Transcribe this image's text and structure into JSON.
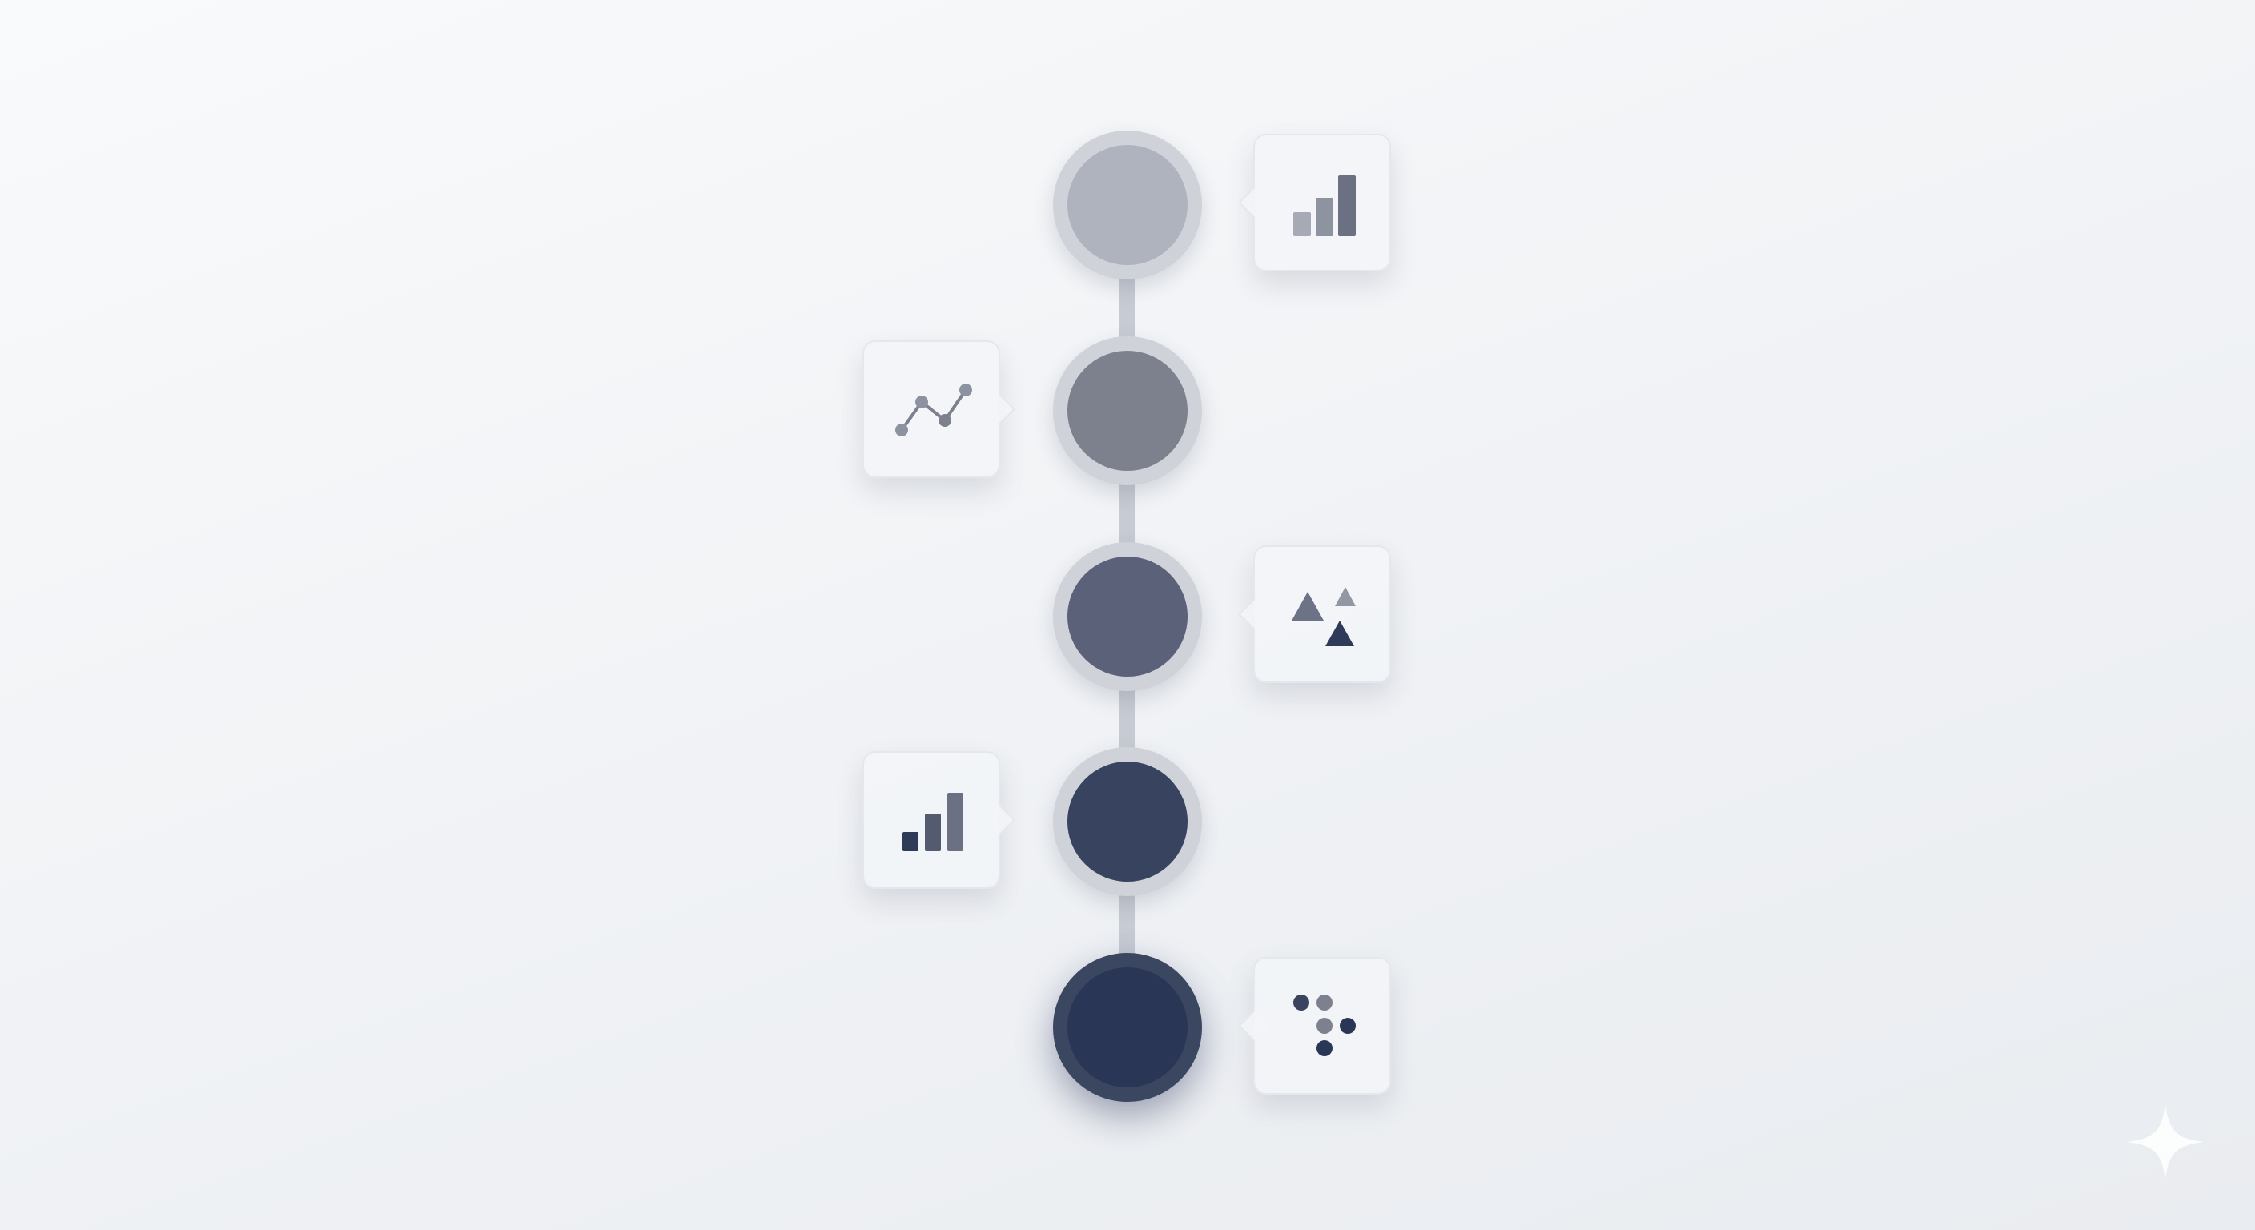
{
  "colors": {
    "background": "#f1f3f6",
    "connector": "#c7cbd3",
    "ring": "#cfd2d8",
    "ring_last": "#3b4660",
    "card": "#f3f5f8",
    "icon_dark": "#2a3656",
    "icon_mid": "#5c6379",
    "icon_light": "#8d92a0"
  },
  "steps": [
    {
      "fill": "#aeb3bd",
      "card_side": "right",
      "icon": "bar-chart-icon"
    },
    {
      "fill": "#7c818d",
      "card_side": "left",
      "icon": "line-chart-icon"
    },
    {
      "fill": "#5a6179",
      "card_side": "right",
      "icon": "triangles-icon"
    },
    {
      "fill": "#37435f",
      "card_side": "left",
      "icon": "bar-chart-icon"
    },
    {
      "fill": "#2a3656",
      "card_side": "right",
      "icon": "dot-cluster-icon"
    }
  ],
  "watermark": {
    "icon": "sparkle-icon",
    "color": "#ffffff"
  }
}
